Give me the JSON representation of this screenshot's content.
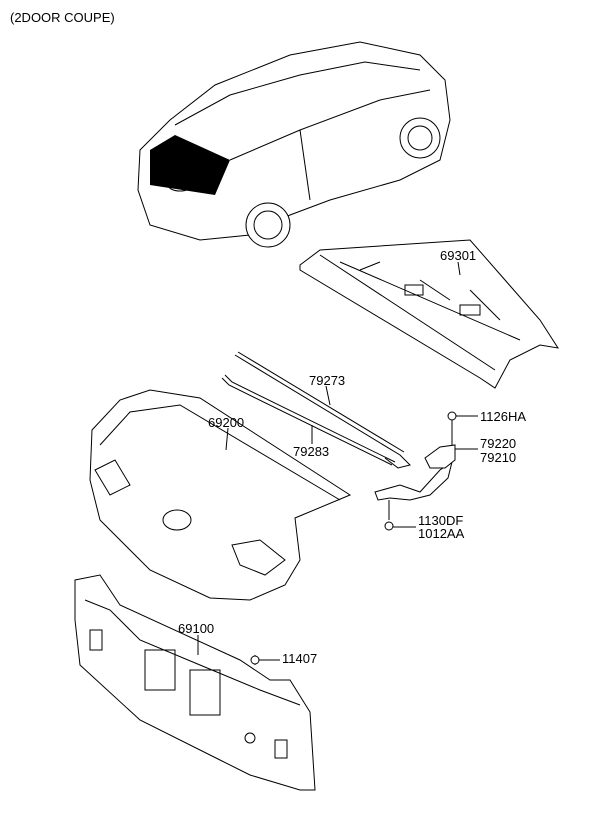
{
  "title": "(2DOOR COUPE)",
  "parts": {
    "rear_shelf": "69301",
    "rod_upper": "79273",
    "rod_lower": "79283",
    "trunk_lid": "69200",
    "hinge_bolt": "1126HA",
    "hinge_rh": "79220",
    "hinge_lh": "79210",
    "hinge_lower_bolt_a": "1130DF",
    "hinge_lower_bolt_b": "1012AA",
    "back_panel": "69100",
    "back_panel_bolt": "11407"
  }
}
